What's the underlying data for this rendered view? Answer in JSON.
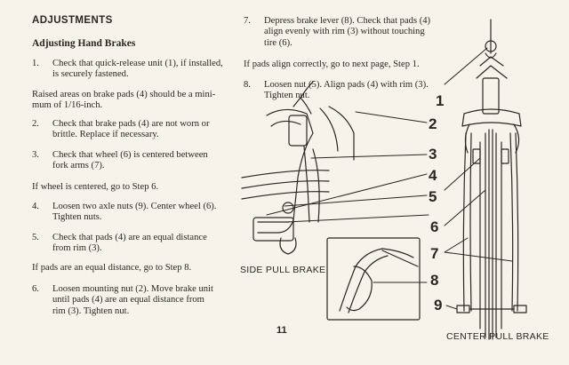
{
  "heading": "ADJUSTMENTS",
  "subheading": "Adjusting Hand Brakes",
  "left_column": {
    "step1_num": "1.",
    "step1_l1": "Check that quick-release unit (1), if installed,",
    "step1_l2": "is securely fastened.",
    "note1_l1": "Raised areas on brake pads (4) should be a mini-",
    "note1_l2": "mum of 1/16-inch.",
    "step2_num": "2.",
    "step2_l1": "Check that brake pads (4) are not worn or",
    "step2_l2": "brittle.  Replace if necessary.",
    "step3_num": "3.",
    "step3_l1": "Check that wheel (6) is centered between",
    "step3_l2": "fork arms (7).",
    "note2": "If wheel is centered,  go to Step 6.",
    "step4_num": "4.",
    "step4_l1": "Loosen two axle nuts (9).  Center wheel (6).",
    "step4_l2": "Tighten nuts.",
    "step5_num": "5.",
    "step5_l1": "Check that pads (4) are an equal distance",
    "step5_l2": "from rim (3).",
    "note3": "If pads are an equal distance, go to Step 8.",
    "step6_num": "6.",
    "step6_l1": "Loosen mounting nut (2).  Move brake unit",
    "step6_l2": "until pads (4) are an equal distance from",
    "step6_l3": "rim (3).  Tighten nut."
  },
  "right_column": {
    "step7_num": "7.",
    "step7_l1": "Depress brake lever (8).  Check that pads (4)",
    "step7_l2": "align evenly with rim (3) without touching",
    "step7_l3": "tire (6).",
    "note4": "If pads align correctly, go to next page, Step 1.",
    "step8_num": "8.",
    "step8_l1": "Loosen nut (5).  Align pads (4) with rim (3).",
    "step8_l2": "Tighten nut."
  },
  "page_number": "11",
  "captions": {
    "side_pull": "SIDE PULL BRAKE",
    "center_pull": "CENTER PULL BRAKE"
  },
  "callouts": [
    "1",
    "2",
    "3",
    "4",
    "5",
    "6",
    "7",
    "8",
    "9"
  ],
  "colors": {
    "paper": "#f6f3ea",
    "ink": "#2a2622"
  }
}
